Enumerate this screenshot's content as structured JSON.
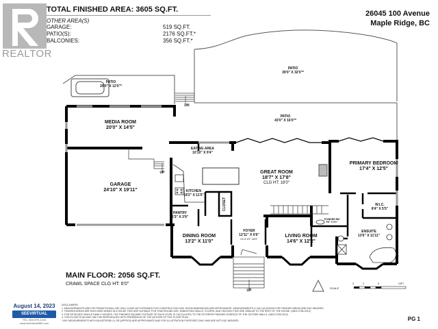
{
  "logo": {
    "icon": "realtor-r-icon",
    "text": "REALTOR",
    "color": "#b8b8b8"
  },
  "summary": {
    "total": "TOTAL FINISHED AREA: 3605 SQ.FT.",
    "other_heading": "OTHER AREA(S)",
    "rows": [
      {
        "label": "GARAGE:",
        "value": "519 SQ.FT."
      },
      {
        "label": "PATIO(S):",
        "value": "2176 SQ.FT.*"
      },
      {
        "label": "BALCONIES:",
        "value": "356 SQ.FT.*"
      }
    ]
  },
  "address": {
    "line1": "26045 100 Avenue",
    "line2": "Maple Ridge, BC"
  },
  "rooms": {
    "patio_left": {
      "name": "PATIO",
      "dim": "29'0\" X 12'0\"*"
    },
    "patio_top": {
      "name": "PATIO",
      "dim": "39'0\" X 32'0\"*"
    },
    "patio_mid": {
      "name": "PATIO",
      "dim": "43'0\" X 16'0\"*"
    },
    "media": {
      "name": "MEDIA ROOM",
      "dim": "20'0\" X 14'5\""
    },
    "garage": {
      "name": "GARAGE",
      "dim": "24'10\" X 19'11\""
    },
    "eating": {
      "name": "EATING AREA",
      "dim": "10'10\" X 9'4\""
    },
    "great": {
      "name": "GREAT ROOM",
      "dim": "18'7\" X 17'8\"",
      "clg": "CLG HT: 18'0\""
    },
    "primary": {
      "name": "PRIMARY BEDROOM",
      "dim": "17'4\" X 12'5\""
    },
    "kitchen": {
      "name": "KITCHEN",
      "dim": "18'2\" X 11'5\""
    },
    "pantry": {
      "name": "PANTRY",
      "dim": "5'3\" X 3'9\""
    },
    "closet": {
      "name": "CLOSET"
    },
    "wic": {
      "name": "W.I.C.",
      "dim": "8'4\" X 5'5\""
    },
    "powder": {
      "name": "POWDER RM",
      "dim": "5'6\" X 5'1\""
    },
    "ensuite": {
      "name": "ENSUITE",
      "dim": "13'6\" X 11'11\""
    },
    "dining": {
      "name": "DINING ROOM",
      "dim": "13'2\" X 11'0\""
    },
    "foyer": {
      "name": "FOYER",
      "dim": "12'11\" X 6'6\"",
      "clg": "CLG HT: 18'0\""
    },
    "living": {
      "name": "LIVING ROOM",
      "dim": "14'6\" X 12'2\""
    }
  },
  "stairs": {
    "dn": "DN",
    "up_garage": "UP",
    "up_front": "UP"
  },
  "floor": {
    "title": "MAIN FLOOR: 2056 SQ.FT.",
    "crawl": "CRAWL SPACE CLG HT: 6'0\""
  },
  "scale": {
    "label": "SCALE",
    "ticks": [
      "0",
      "2",
      "5",
      "10FT"
    ],
    "north": "N"
  },
  "footer": {
    "date": "August 14, 2023",
    "brand": "SEEVIRTUAL",
    "phone": "TEL: 604-575-1244",
    "web": "www.seevirtual360.com",
    "disclaimer_title": "DISCLAIMERS:",
    "disclaimers": [
      "1. MEASUREMENTS ARE FOR PROMOTIONAL USE ONLY & ARE NOT INTENDED FOR CONSTRUCTION USE. ROOM DIMENSIONS ARE APPROXIMATE. MEASUREMENTS & CALCULATIONS FOR FINISHED AREAS ARE E&O INSURED.",
      "2. FINISHED AREAS ARE ENCLOSED AREAS IN A HOUSE THAT ARE SUITABLE FOR YEAR-ROUND USE, EMBODYING WALLS, FLOORS, AND CEILINGS THAT ARE SIMILAR TO THE REST OF THE HOUSE. (ANSI Z765-2013)",
      "3. FOR DETACHED SINGLE FAMILY HOUSES, THE FINISHED SQUARE FOOTAGE OF EACH LEVEL IS CALCULATED TO THE EXTERIOR FINISHED SURFACE OF THE OUTSIDE WALLS. (ANSI Z765-2013)",
      "4. THIS FLOOR PLAN MAY ONLY BE REPRODUCED WITH PERMISSION OF THE AUTHOR OF THIS FLOOR PLAN.",
      "* ANY MEASUREMENTS WITH AN ASTERISK (*) OR (APPROX) ARE APPROXIMATE AND FOR ILLUSTRATION PURPOSES ONLY AND ARE NOT E&O INSURED."
    ],
    "page": "PG 1"
  }
}
